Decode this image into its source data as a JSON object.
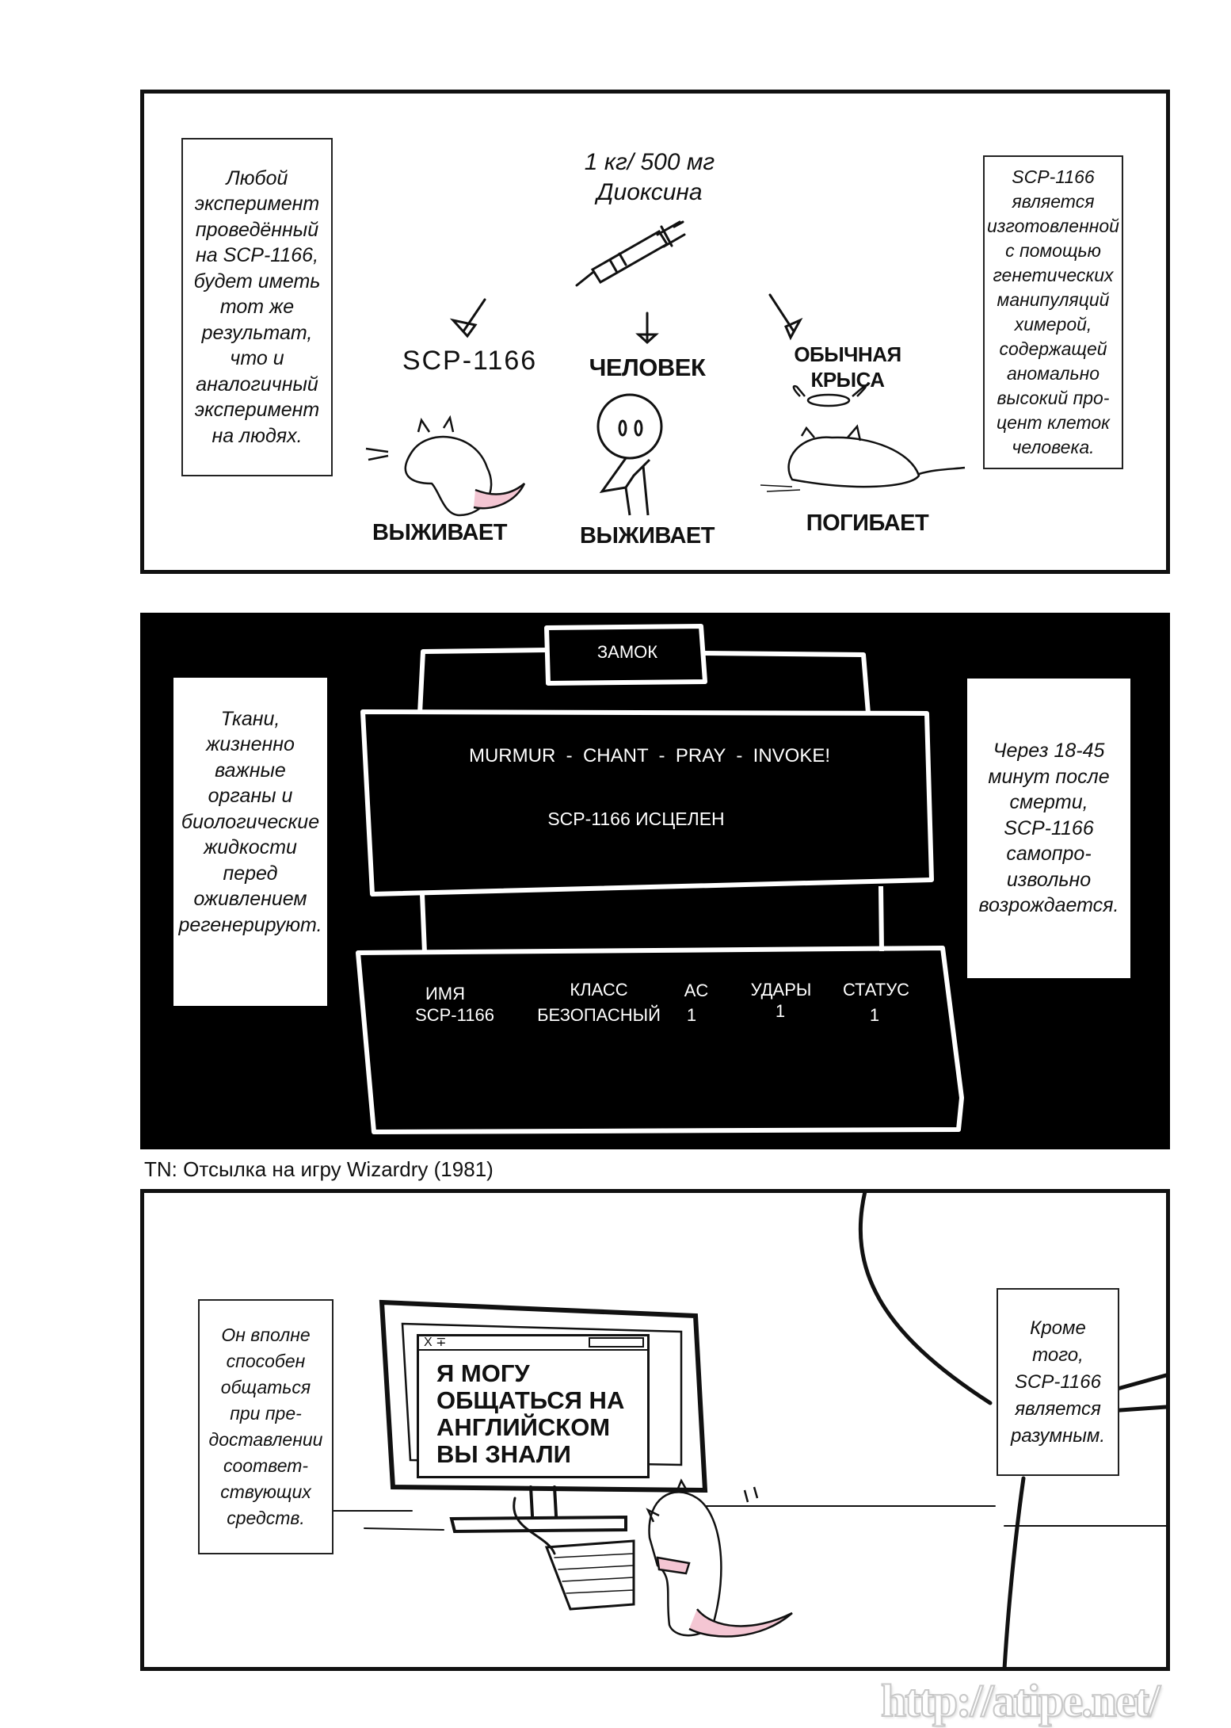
{
  "panel1": {
    "left_caption": [
      "Любой",
      "эксперимент",
      "проведённый",
      "на SCP-1166,",
      "будет иметь",
      "тот же",
      "результат,",
      "что и",
      "аналогичный",
      "эксперимент",
      "на людях."
    ],
    "dose_line1": "1 кг/ 500 мг",
    "dose_line2": "Диоксина",
    "subject_scp": "SCP-1166",
    "subject_human": "ЧЕЛОВЕК",
    "subject_rat_line1": "ОБЫЧНАЯ",
    "subject_rat_line2": "КРЫСА",
    "result_scp": "ВЫЖИВАЕТ",
    "result_human": "ВЫЖИВАЕТ",
    "result_rat": "ПОГИБАЕТ",
    "right_caption": [
      "SCP-1166",
      "является",
      "изготовленной",
      "с помощью",
      "генетических",
      "манипуляций",
      "химерой,",
      "содержащей",
      "аномально",
      "высокий про-",
      "цент клеток",
      "человека."
    ]
  },
  "panel2": {
    "left_caption": [
      "Ткани,",
      "жизненно",
      "важные",
      "органы и",
      "биологические",
      "жидкости",
      "перед",
      "оживлением",
      "регенерируют."
    ],
    "tab_label": "ЗАМОК",
    "spell_line": "MURMUR  -  CHANT  -  PRAY  -  INVOKE!",
    "result_line": "SCP-1166 ИСЦЕЛЕН",
    "stats": {
      "headers": [
        "ИМЯ",
        "КЛАСС",
        "AC",
        "УДАРЫ",
        "СТАТУС"
      ],
      "values": [
        "SCP-1166",
        "БЕЗОПАСНЫЙ",
        "1",
        "1",
        "1"
      ]
    },
    "right_caption": [
      "Через 18-45",
      "минут после",
      "смерти,",
      "SCP-1166",
      "самопро-",
      "извольно",
      "возрождается."
    ]
  },
  "translator_note": "TN: Отсылка на игру Wizardry (1981)",
  "panel3": {
    "left_caption": [
      "Он вполне",
      "способен",
      "общаться",
      "при пре-",
      "доставлении",
      "соответ-",
      "ствующих",
      "средств."
    ],
    "screen_text": [
      "Я МОГУ",
      "ОБЩАТЬСЯ НА",
      "АНГЛИЙСКОМ",
      "ВЫ ЗНАЛИ"
    ],
    "window_title_glyphs": "X ∓",
    "right_caption": [
      "Кроме",
      "того,",
      "SCP-1166",
      "является",
      "разумным."
    ]
  },
  "watermark": "http://atipe.net/"
}
